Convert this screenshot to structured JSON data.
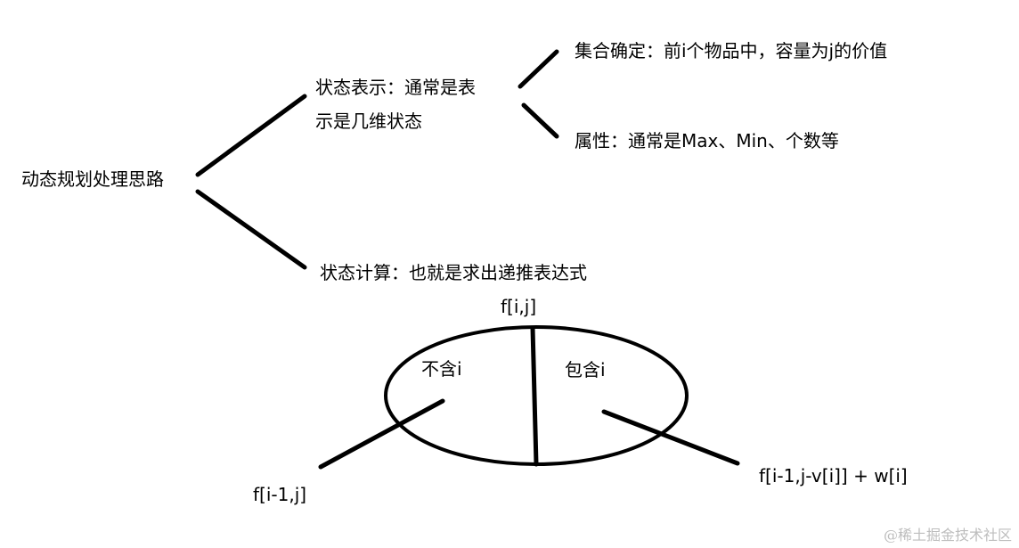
{
  "mindmap": {
    "root": "动态规划处理思路",
    "state_representation": {
      "line1": "状态表示：通常是表",
      "line2": "示是几维状态",
      "set_definition": "集合确定：前i个物品中，容量为j的价值",
      "attribute": "属性：通常是Max、Min、个数等"
    },
    "state_computation": "状态计算：也就是求出递推表达式"
  },
  "set_partition": {
    "top_label": "f[i,j]",
    "left_part": "不含i",
    "right_part": "包含i",
    "left_formula": "f[i-1,j]",
    "right_formula": "f[i-1,j-v[i]] + w[i]"
  },
  "watermark": {
    "text": "@稀土掘金技术社区"
  },
  "colors": {
    "stroke": "#000000",
    "text": "#000000",
    "watermark": "#bdbdbd"
  }
}
